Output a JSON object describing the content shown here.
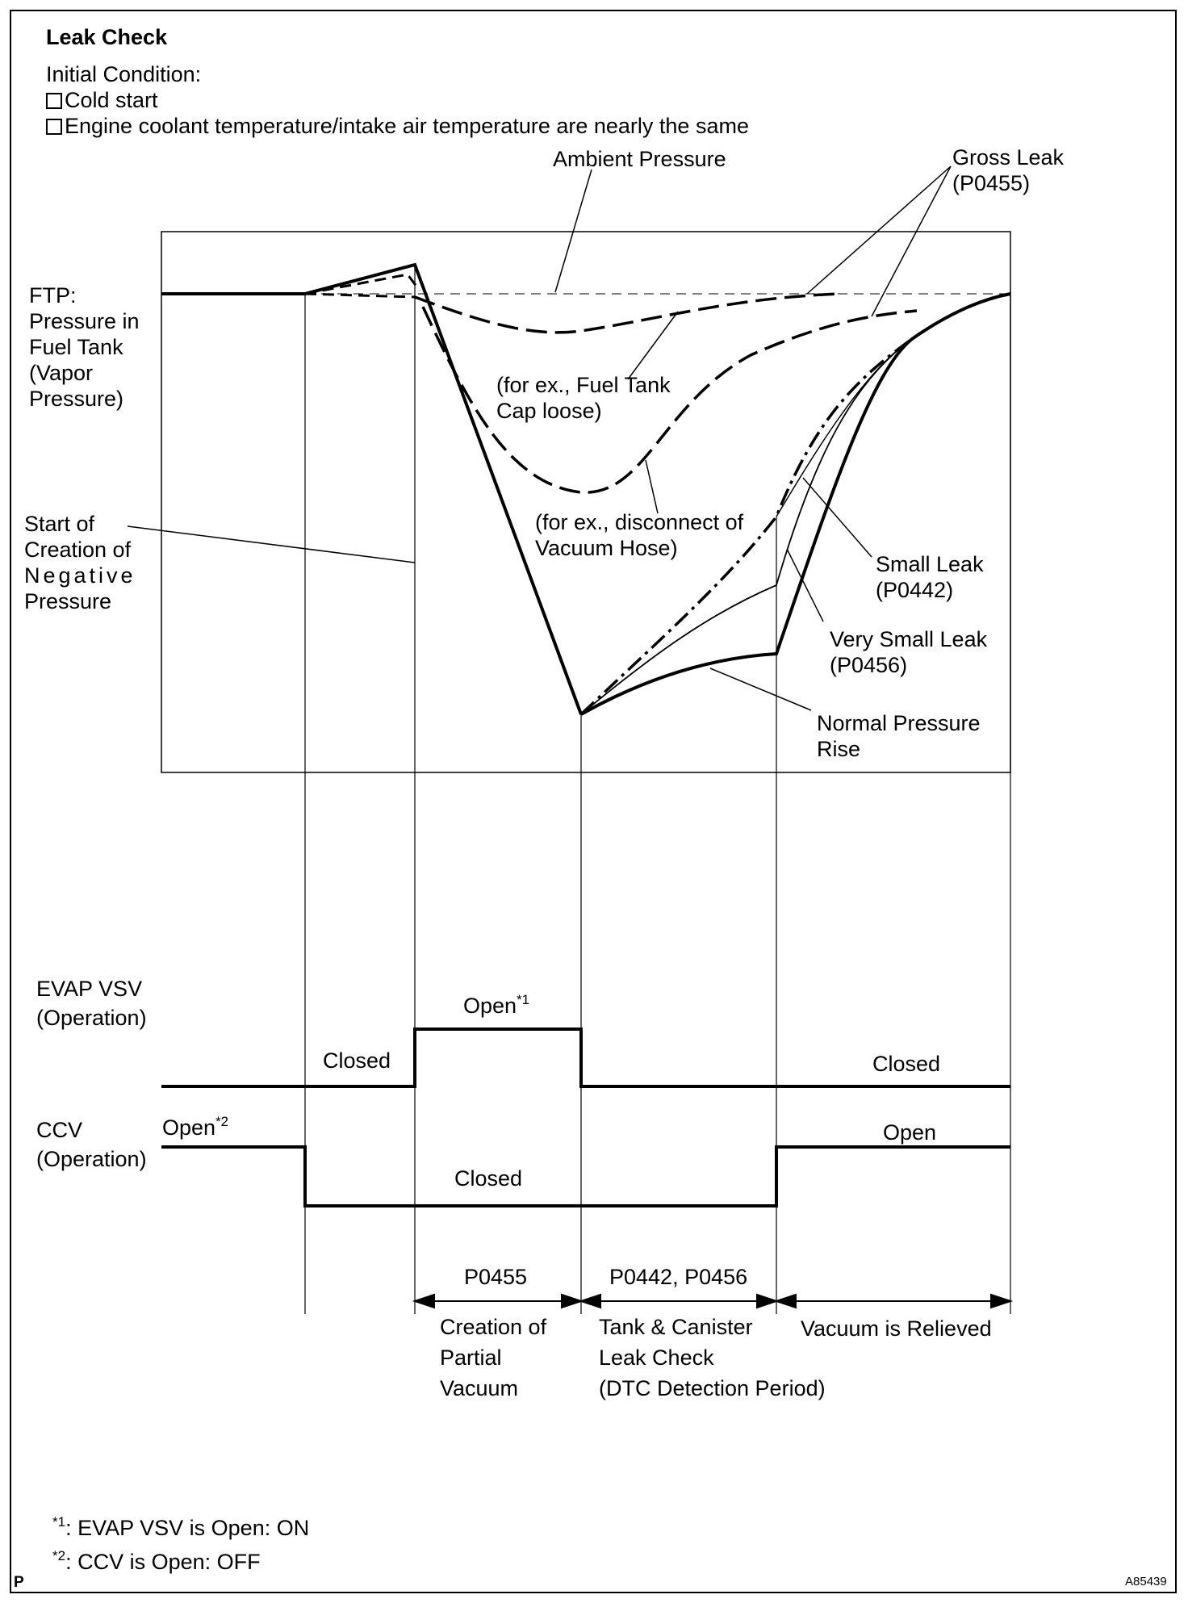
{
  "title": "Leak Check",
  "initial_condition": {
    "label": "Initial Condition:",
    "items": [
      "Cold start",
      "Engine coolant temperature/intake air temperature are nearly the same"
    ]
  },
  "curve_labels": {
    "ambient": "Ambient Pressure",
    "gross_leak": "Gross Leak",
    "gross_leak_code": "(P0455)",
    "cap_loose_1": "(for  ex.,  Fuel  Tank",
    "cap_loose_2": "Cap loose)",
    "hose_1": "(for ex., disconnect of",
    "hose_2": "Vacuum Hose)",
    "small_leak": "Small Leak",
    "small_leak_code": "(P0442)",
    "very_small_leak": "Very Small Leak",
    "very_small_leak_code": "(P0456)",
    "normal_1": "Normal Pressure",
    "normal_2": "Rise"
  },
  "left_labels": {
    "ftp": [
      "FTP:",
      "Pressure  in",
      "Fuel Tank",
      "(Vapor",
      "Pressure)"
    ],
    "start": [
      "Start of",
      "Creation of",
      "Negative",
      "Pressure"
    ],
    "evap": [
      "EVAP VSV",
      "(Operation)"
    ],
    "ccv": [
      "CCV",
      "(Operation)"
    ]
  },
  "signal_labels": {
    "evap_closed_left": "Closed",
    "evap_open": "Open",
    "evap_open_sup": "*1",
    "evap_closed_right": "Closed",
    "ccv_open_left": "Open",
    "ccv_open_sup": "*2",
    "ccv_closed": "Closed",
    "ccv_open_right": "Open"
  },
  "periods": {
    "p1_code": "P0455",
    "p1_desc": [
      "Creation of",
      "Partial",
      "Vacuum"
    ],
    "p2_code": "P0442, P0456",
    "p2_desc": [
      "Tank & Canister",
      "Leak Check",
      "(DTC Detection Period)"
    ],
    "p3_desc": "Vacuum is Relieved"
  },
  "footnotes": {
    "n1_mark": "*1",
    "n1_text": ": EVAP VSV is Open: ON",
    "n2_mark": "*2",
    "n2_text": ": CCV is Open: OFF"
  },
  "corner": {
    "left": "P",
    "right": "A85439"
  }
}
